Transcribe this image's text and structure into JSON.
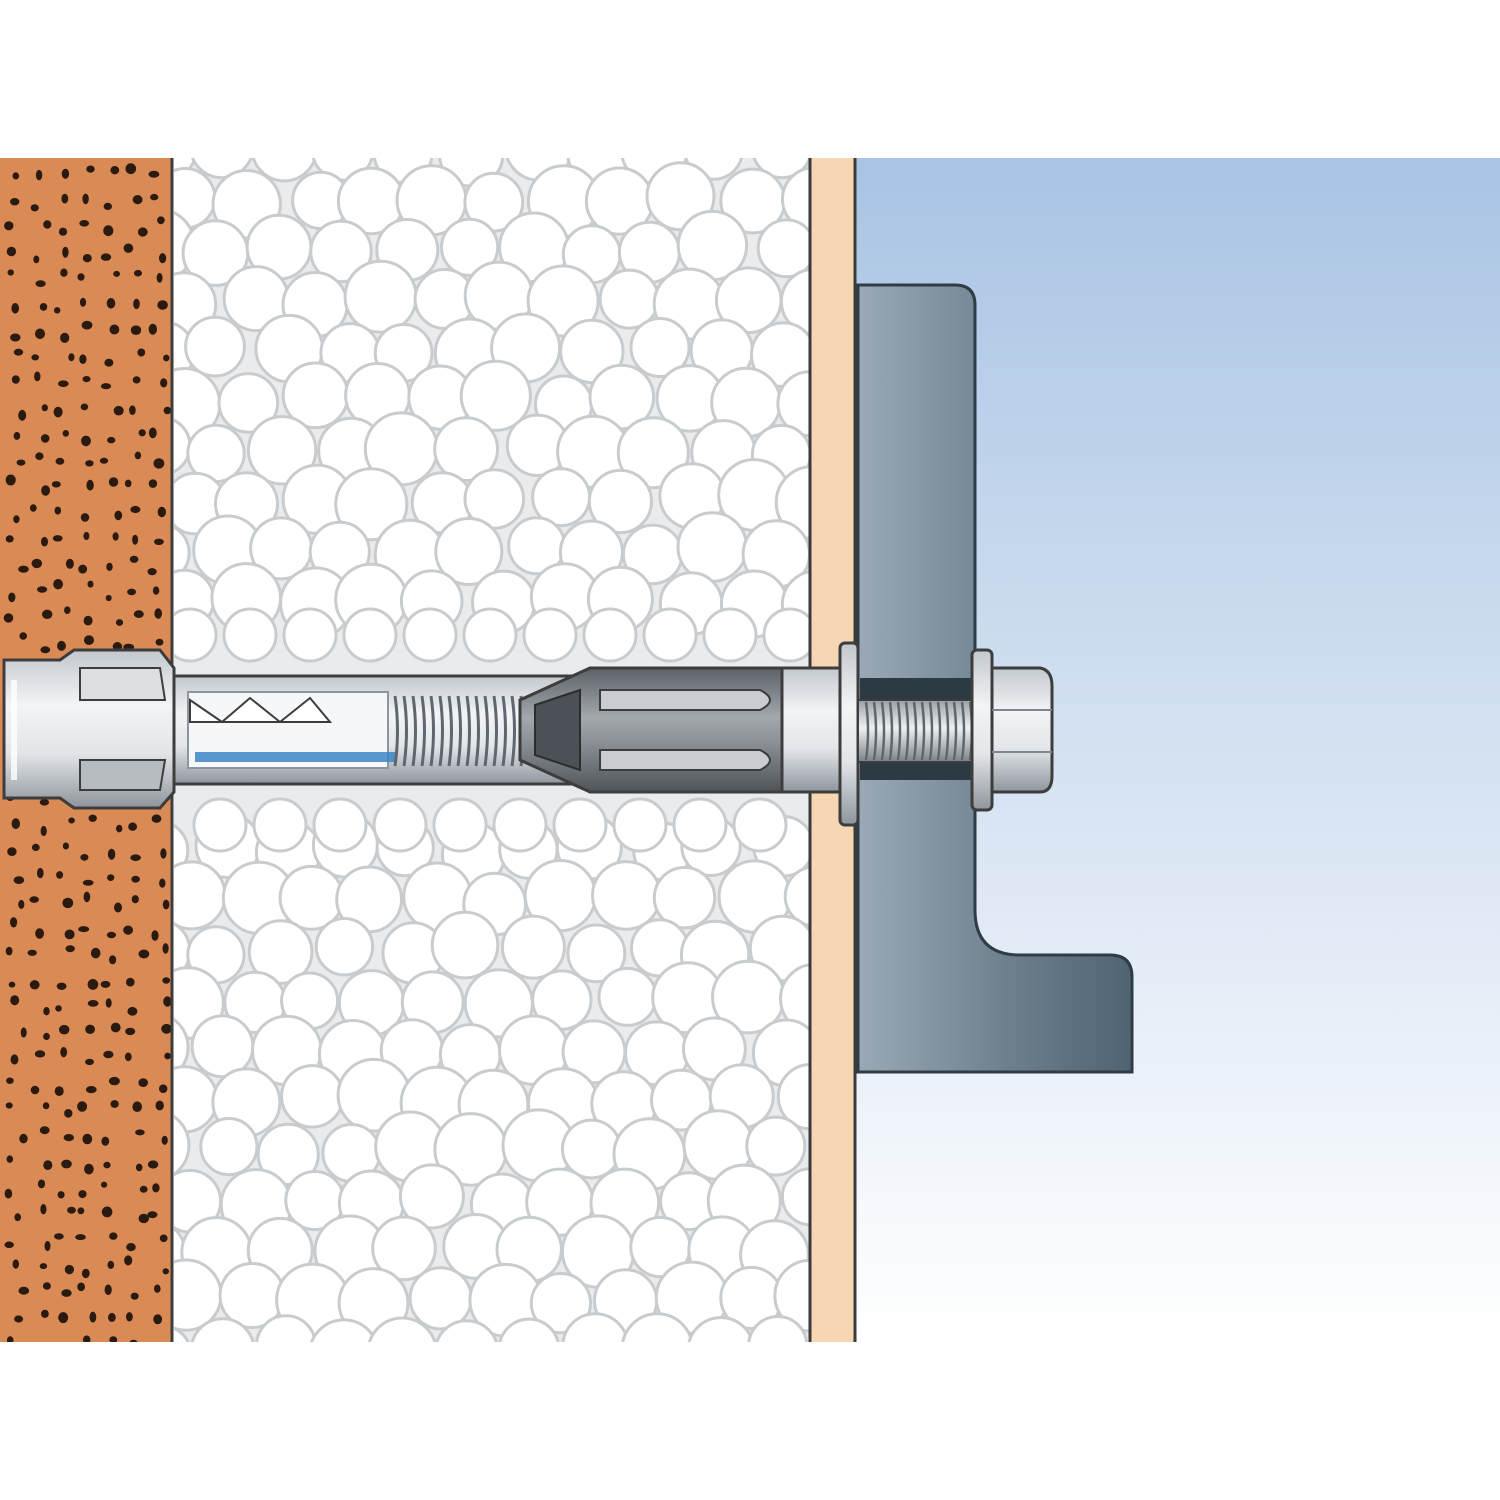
{
  "diagram": {
    "layers": [
      {
        "name": "masonry-wall",
        "fill": "#d98a55",
        "dot_color": "#2b1a10"
      },
      {
        "name": "eps-insulation",
        "fill": "#ffffff",
        "bead_stroke": "#c9cccf",
        "bead_shade": "#e6e9ec"
      },
      {
        "name": "render-coat",
        "fill": "#f6d6b3",
        "stroke": "#3a3a3a"
      },
      {
        "name": "air-space",
        "gradient_top": "#a9c4e4",
        "gradient_bottom": "#ffffff"
      }
    ],
    "fixture": {
      "name": "l-bracket",
      "fill_light": "#9aa9b6",
      "fill_dark": "#4f6372",
      "stroke": "#2f3c46"
    },
    "anchor": {
      "name": "cavity-anchor",
      "metal_light": "#f2f4f6",
      "metal_mid": "#c3c8cd",
      "metal_dark": "#7e868d",
      "sleeve": "#6d7278",
      "blue_accent": "#3b86c6"
    },
    "outline_color": "#3d3d3d"
  }
}
